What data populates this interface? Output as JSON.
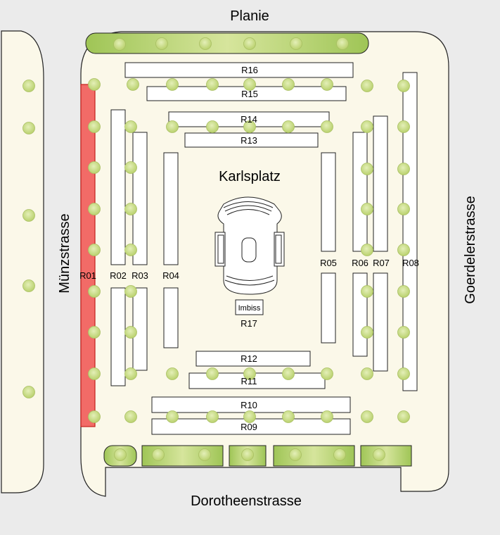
{
  "streets": {
    "north": "Planie",
    "west": "Münzstrasse",
    "east": "Goerdelerstrasse",
    "south": "Dorotheenstrasse"
  },
  "square": {
    "name": "Karlsplatz"
  },
  "stands": [
    {
      "id": "R01",
      "label": "R01",
      "highlighted": true
    },
    {
      "id": "R02",
      "label": "R02"
    },
    {
      "id": "R03",
      "label": "R03"
    },
    {
      "id": "R04",
      "label": "R04"
    },
    {
      "id": "R05",
      "label": "R05"
    },
    {
      "id": "R06",
      "label": "R06"
    },
    {
      "id": "R07",
      "label": "R07"
    },
    {
      "id": "R08",
      "label": "R08"
    },
    {
      "id": "R09",
      "label": "R09"
    },
    {
      "id": "R10",
      "label": "R10"
    },
    {
      "id": "R11",
      "label": "R11"
    },
    {
      "id": "R12",
      "label": "R12"
    },
    {
      "id": "R13",
      "label": "R13"
    },
    {
      "id": "R14",
      "label": "R14"
    },
    {
      "id": "R15",
      "label": "R15"
    },
    {
      "id": "R16",
      "label": "R16"
    },
    {
      "id": "R17",
      "label": "R17"
    }
  ],
  "imbiss": {
    "label": "Imbiss"
  },
  "colors": {
    "background": "#ebebeb",
    "square": "#fbf8e9",
    "stand_fill": "#ffffff",
    "highlight_fill": "#f26b67",
    "highlight_stroke": "#c4221c",
    "tree": "#cfe08c",
    "planter": "#a3c95b"
  }
}
